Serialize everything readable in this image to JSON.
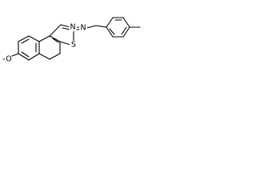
{
  "molecule": {
    "atoms": {
      "nitrogen_ring": "N",
      "nitrogen_imine": "N",
      "sulfur": "S",
      "oxygen": "O"
    },
    "colors": {
      "bond": "#000000",
      "label": "#000000",
      "background": "#ffffff"
    }
  }
}
